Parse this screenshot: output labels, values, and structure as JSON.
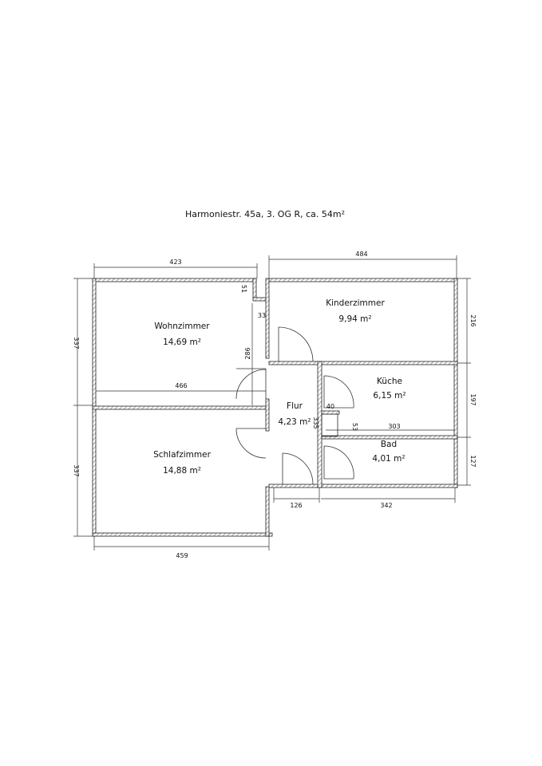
{
  "title": "Harmoniestr. 45a, 3. OG R, ca. 54m²",
  "rooms": {
    "wohnzimmer": {
      "name": "Wohnzimmer",
      "area": "14,69 m²"
    },
    "schlafzimmer": {
      "name": "Schlafzimmer",
      "area": "14,88 m²"
    },
    "kinderzimmer": {
      "name": "Kinderzimmer",
      "area": "9,94 m²"
    },
    "kueche": {
      "name": "Küche",
      "area": "6,15 m²"
    },
    "flur": {
      "name": "Flur",
      "area": "4,23 m²"
    },
    "bad": {
      "name": "Bad",
      "area": "4,01 m²"
    }
  },
  "dimensions": {
    "top_left": "423",
    "top_right": "484",
    "left_upper": "337",
    "left_lower": "337",
    "bottom_left": "459",
    "bottom_flur": "126",
    "bottom_bad": "342",
    "right_kinder": "216",
    "right_kueche": "197",
    "right_bad": "127",
    "inner_466": "466",
    "inner_286": "286",
    "inner_51": "51",
    "inner_33": "33",
    "inner_40": "40",
    "inner_53": "53",
    "inner_303": "303",
    "inner_335": "335"
  }
}
